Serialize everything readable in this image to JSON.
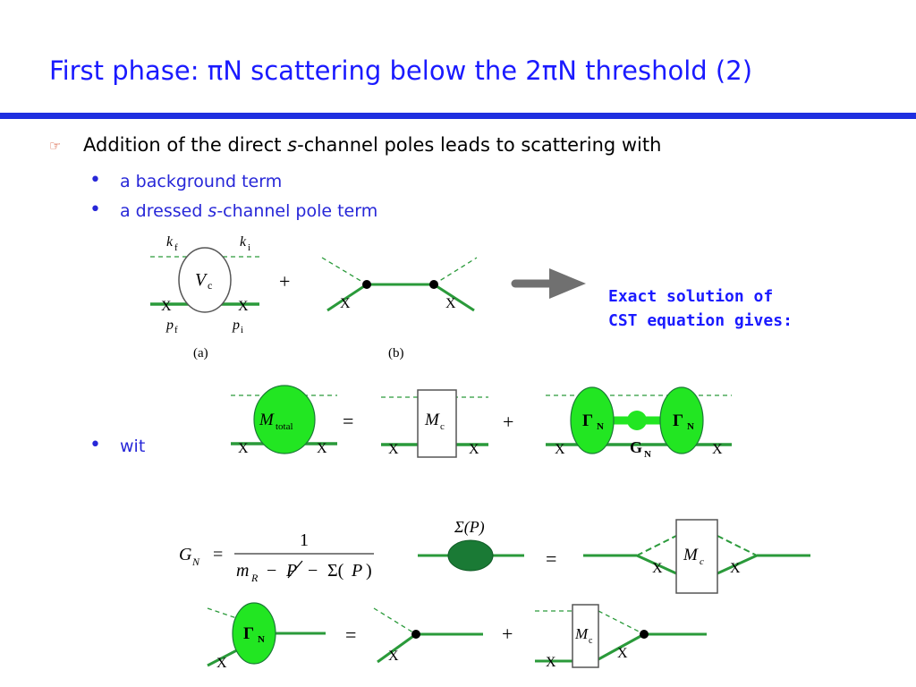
{
  "slide": {
    "title": "First phase: πN scattering below the 2πN threshold (2)",
    "bullet_icon": "hand-pointer-icon",
    "main_point_before": "Addition of the direct ",
    "main_point_italic": "s",
    "main_point_after": "-channel poles leads to scattering with",
    "sub_points": [
      {
        "text": "a background term"
      },
      {
        "text_before": "a dressed ",
        "text_italic": "s",
        "text_after": "-channel pole term"
      },
      {
        "text": "wit"
      }
    ],
    "note_line1": "Exact solution of",
    "note_line2": "CST equation gives:"
  },
  "diagrams": {
    "label_a": "(a)",
    "label_b": "(b)",
    "vc_main": "V",
    "vc_sub": "c",
    "kf_main": "k",
    "kf_sub": "f",
    "ki_main": "k",
    "ki_sub": "i",
    "pf_main": "p",
    "pf_sub": "f",
    "pi_main": "p",
    "pi_sub": "i",
    "plus": "+",
    "equals": "=",
    "cross": "X",
    "mtotal_main": "M",
    "mtotal_sub": "total",
    "mc_main": "M",
    "mc_sub": "c",
    "gamma_main": "Γ",
    "gamma_sub": "N",
    "gn_main": "G",
    "gn_sub": "N",
    "gn_eq_lhs_main": "G",
    "gn_eq_lhs_sub": "N",
    "gn_eq_equals": "=",
    "gn_eq_numerator": "1",
    "gn_eq_m": "m",
    "gn_eq_m_sub": "R",
    "gn_eq_minus1": "−",
    "gn_eq_p": "P",
    "gn_eq_minus2": "−",
    "gn_eq_sigma": "Σ(",
    "gn_eq_sigma_p": "P",
    "gn_eq_close": ")",
    "sigma_label": "Σ(P)",
    "colors": {
      "green_fill": "#22e622",
      "dark_green": "#1a7a35",
      "line_green": "#2a9a3a",
      "arrow_gray": "#707070",
      "blue": "#1a1aff"
    }
  }
}
